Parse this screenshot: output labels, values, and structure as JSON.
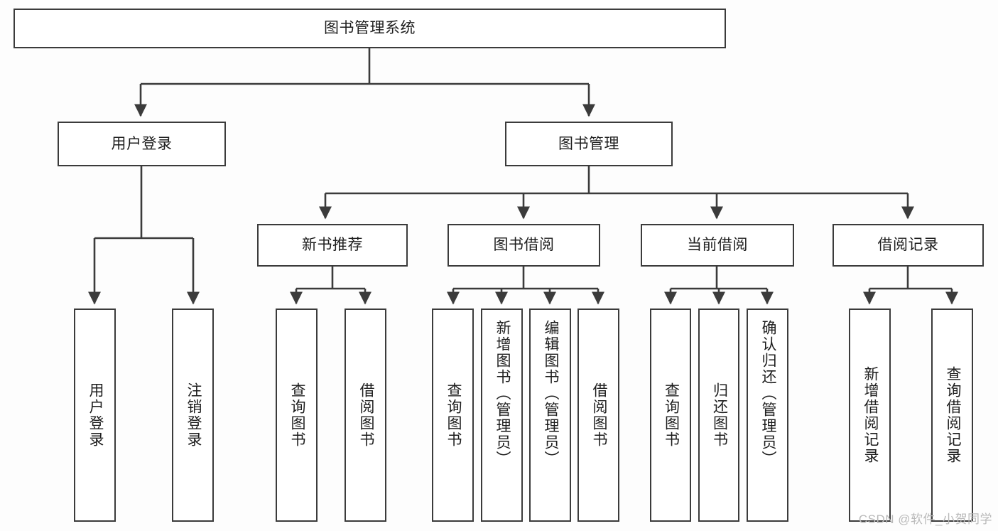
{
  "diagram": {
    "title": "图书管理系统",
    "type": "tree-hierarchy-diagram",
    "colors": {
      "box_border": "#3b3b3b",
      "box_fill": "#ffffff",
      "edge": "#3b3b3b",
      "background": "#fdfdfd",
      "watermark": "#b9b9b9"
    },
    "root": {
      "id": "root",
      "label": "图书管理系统"
    },
    "level2": [
      {
        "id": "login",
        "label": "用户登录"
      },
      {
        "id": "bookmgmt",
        "label": "图书管理"
      }
    ],
    "level3": [
      {
        "id": "newbook",
        "label": "新书推荐",
        "parent": "bookmgmt"
      },
      {
        "id": "borrow",
        "label": "图书借阅",
        "parent": "bookmgmt"
      },
      {
        "id": "current",
        "label": "当前借阅",
        "parent": "bookmgmt"
      },
      {
        "id": "records",
        "label": "借阅记录",
        "parent": "bookmgmt"
      }
    ],
    "leaves": {
      "login": [
        {
          "id": "leaf-user-login",
          "label": "用户登录"
        },
        {
          "id": "leaf-user-logout",
          "label": "注销登录"
        }
      ],
      "newbook": [
        {
          "id": "leaf-query-book-1",
          "label": "查询图书"
        },
        {
          "id": "leaf-borrow-book-1",
          "label": "借阅图书"
        }
      ],
      "borrow": [
        {
          "id": "leaf-query-book-2",
          "label": "查询图书"
        },
        {
          "id": "leaf-add-book",
          "label": "新增图书（管理员）"
        },
        {
          "id": "leaf-edit-book",
          "label": "编辑图书（管理员）"
        },
        {
          "id": "leaf-borrow-book-2",
          "label": "借阅图书"
        }
      ],
      "current": [
        {
          "id": "leaf-query-book-3",
          "label": "查询图书"
        },
        {
          "id": "leaf-return-book",
          "label": "归还图书"
        },
        {
          "id": "leaf-confirm-return",
          "label": "确认归还（管理员）"
        }
      ],
      "records": [
        {
          "id": "leaf-add-record",
          "label": "新增借阅记录"
        },
        {
          "id": "leaf-query-record",
          "label": "查询借阅记录"
        }
      ]
    },
    "watermark": "CSDN @软件_小贺同学"
  }
}
